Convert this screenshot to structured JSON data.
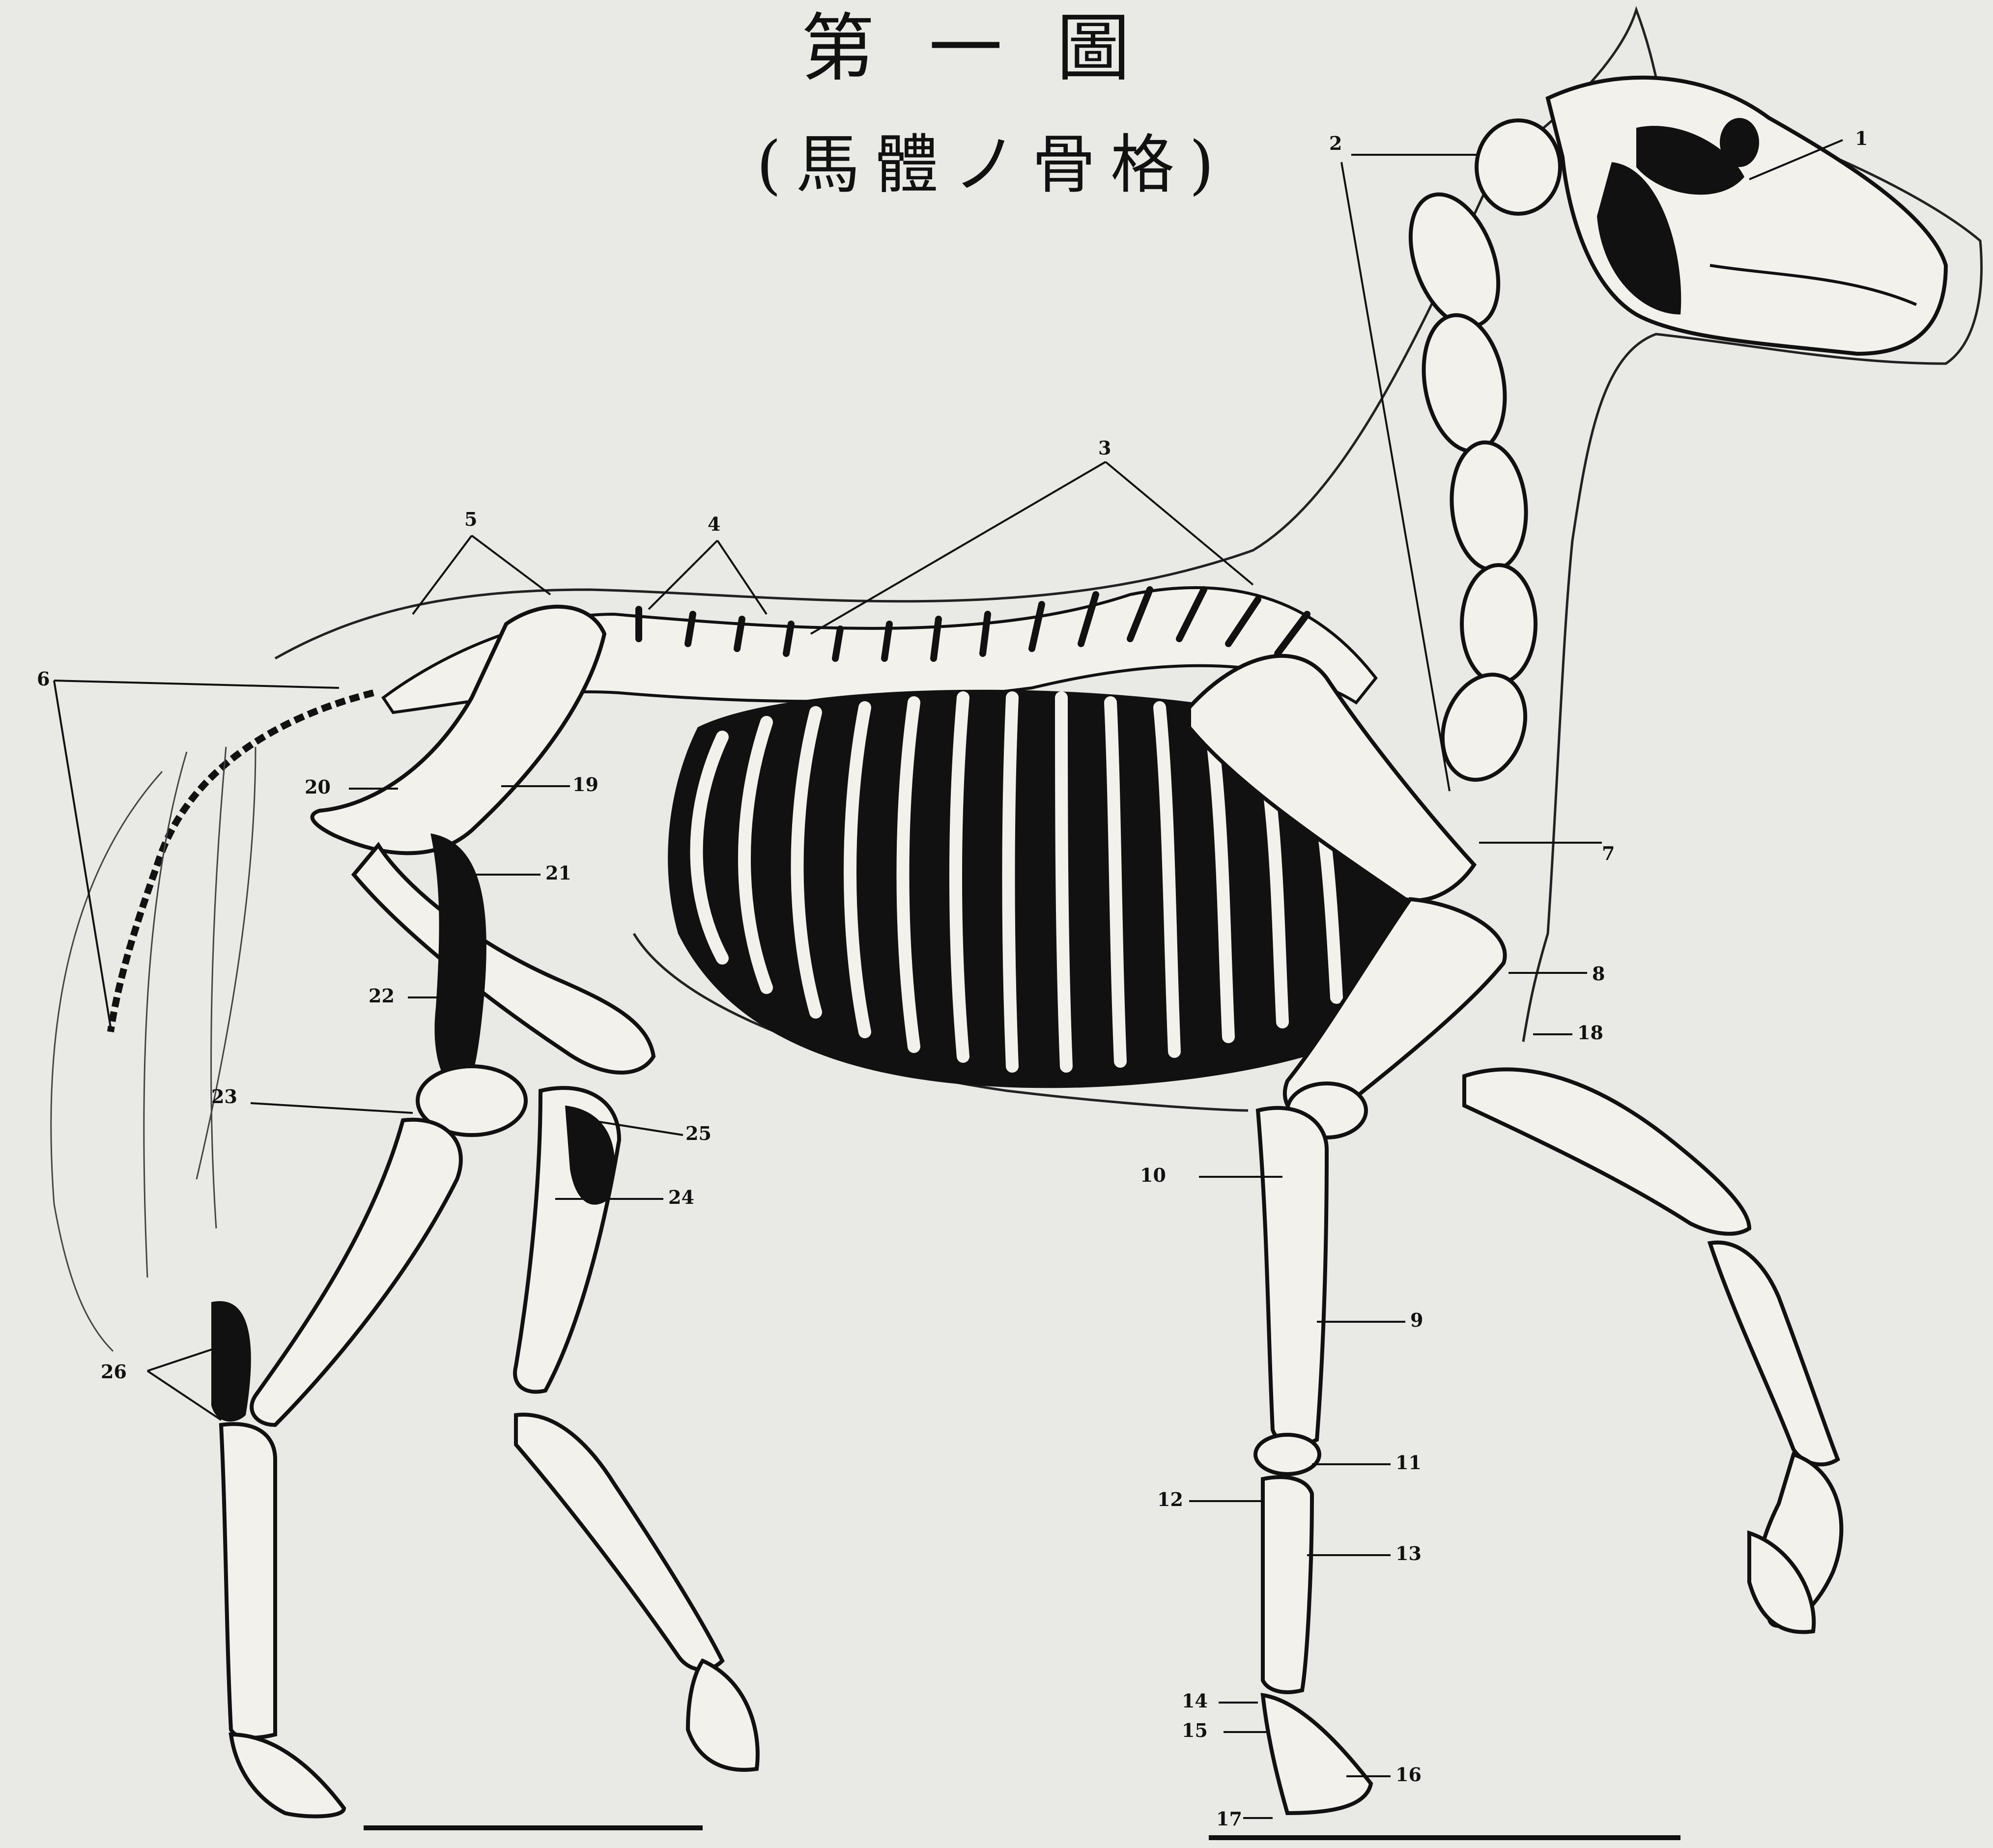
{
  "title": "第一圖",
  "subtitle": "(馬體ノ骨格)",
  "labels": [
    "1",
    "2",
    "3",
    "4",
    "5",
    "6",
    "7",
    "8",
    "9",
    "10",
    "11",
    "12",
    "13",
    "14",
    "15",
    "16",
    "17",
    "18",
    "19",
    "20",
    "21",
    "22",
    "23",
    "24",
    "25",
    "26"
  ],
  "colors": {
    "paper": "#e9e9e6",
    "ink": "#111111",
    "bone": "#f2f1ec"
  }
}
